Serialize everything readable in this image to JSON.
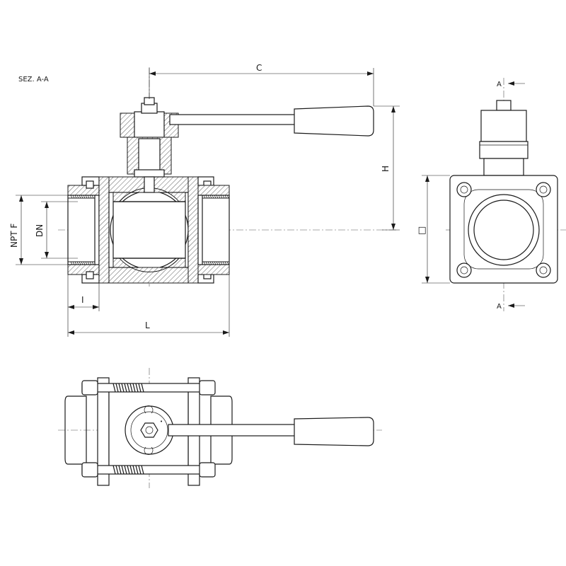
{
  "labels": {
    "section": "SEZ. A-A",
    "dim_c": "C",
    "dim_h": "H",
    "dim_npt": "NPT F",
    "dim_dn": "DN",
    "dim_i": "I",
    "dim_l": "L",
    "dim_square": "□",
    "section_mark_top": "A",
    "section_mark_bottom": "A"
  }
}
